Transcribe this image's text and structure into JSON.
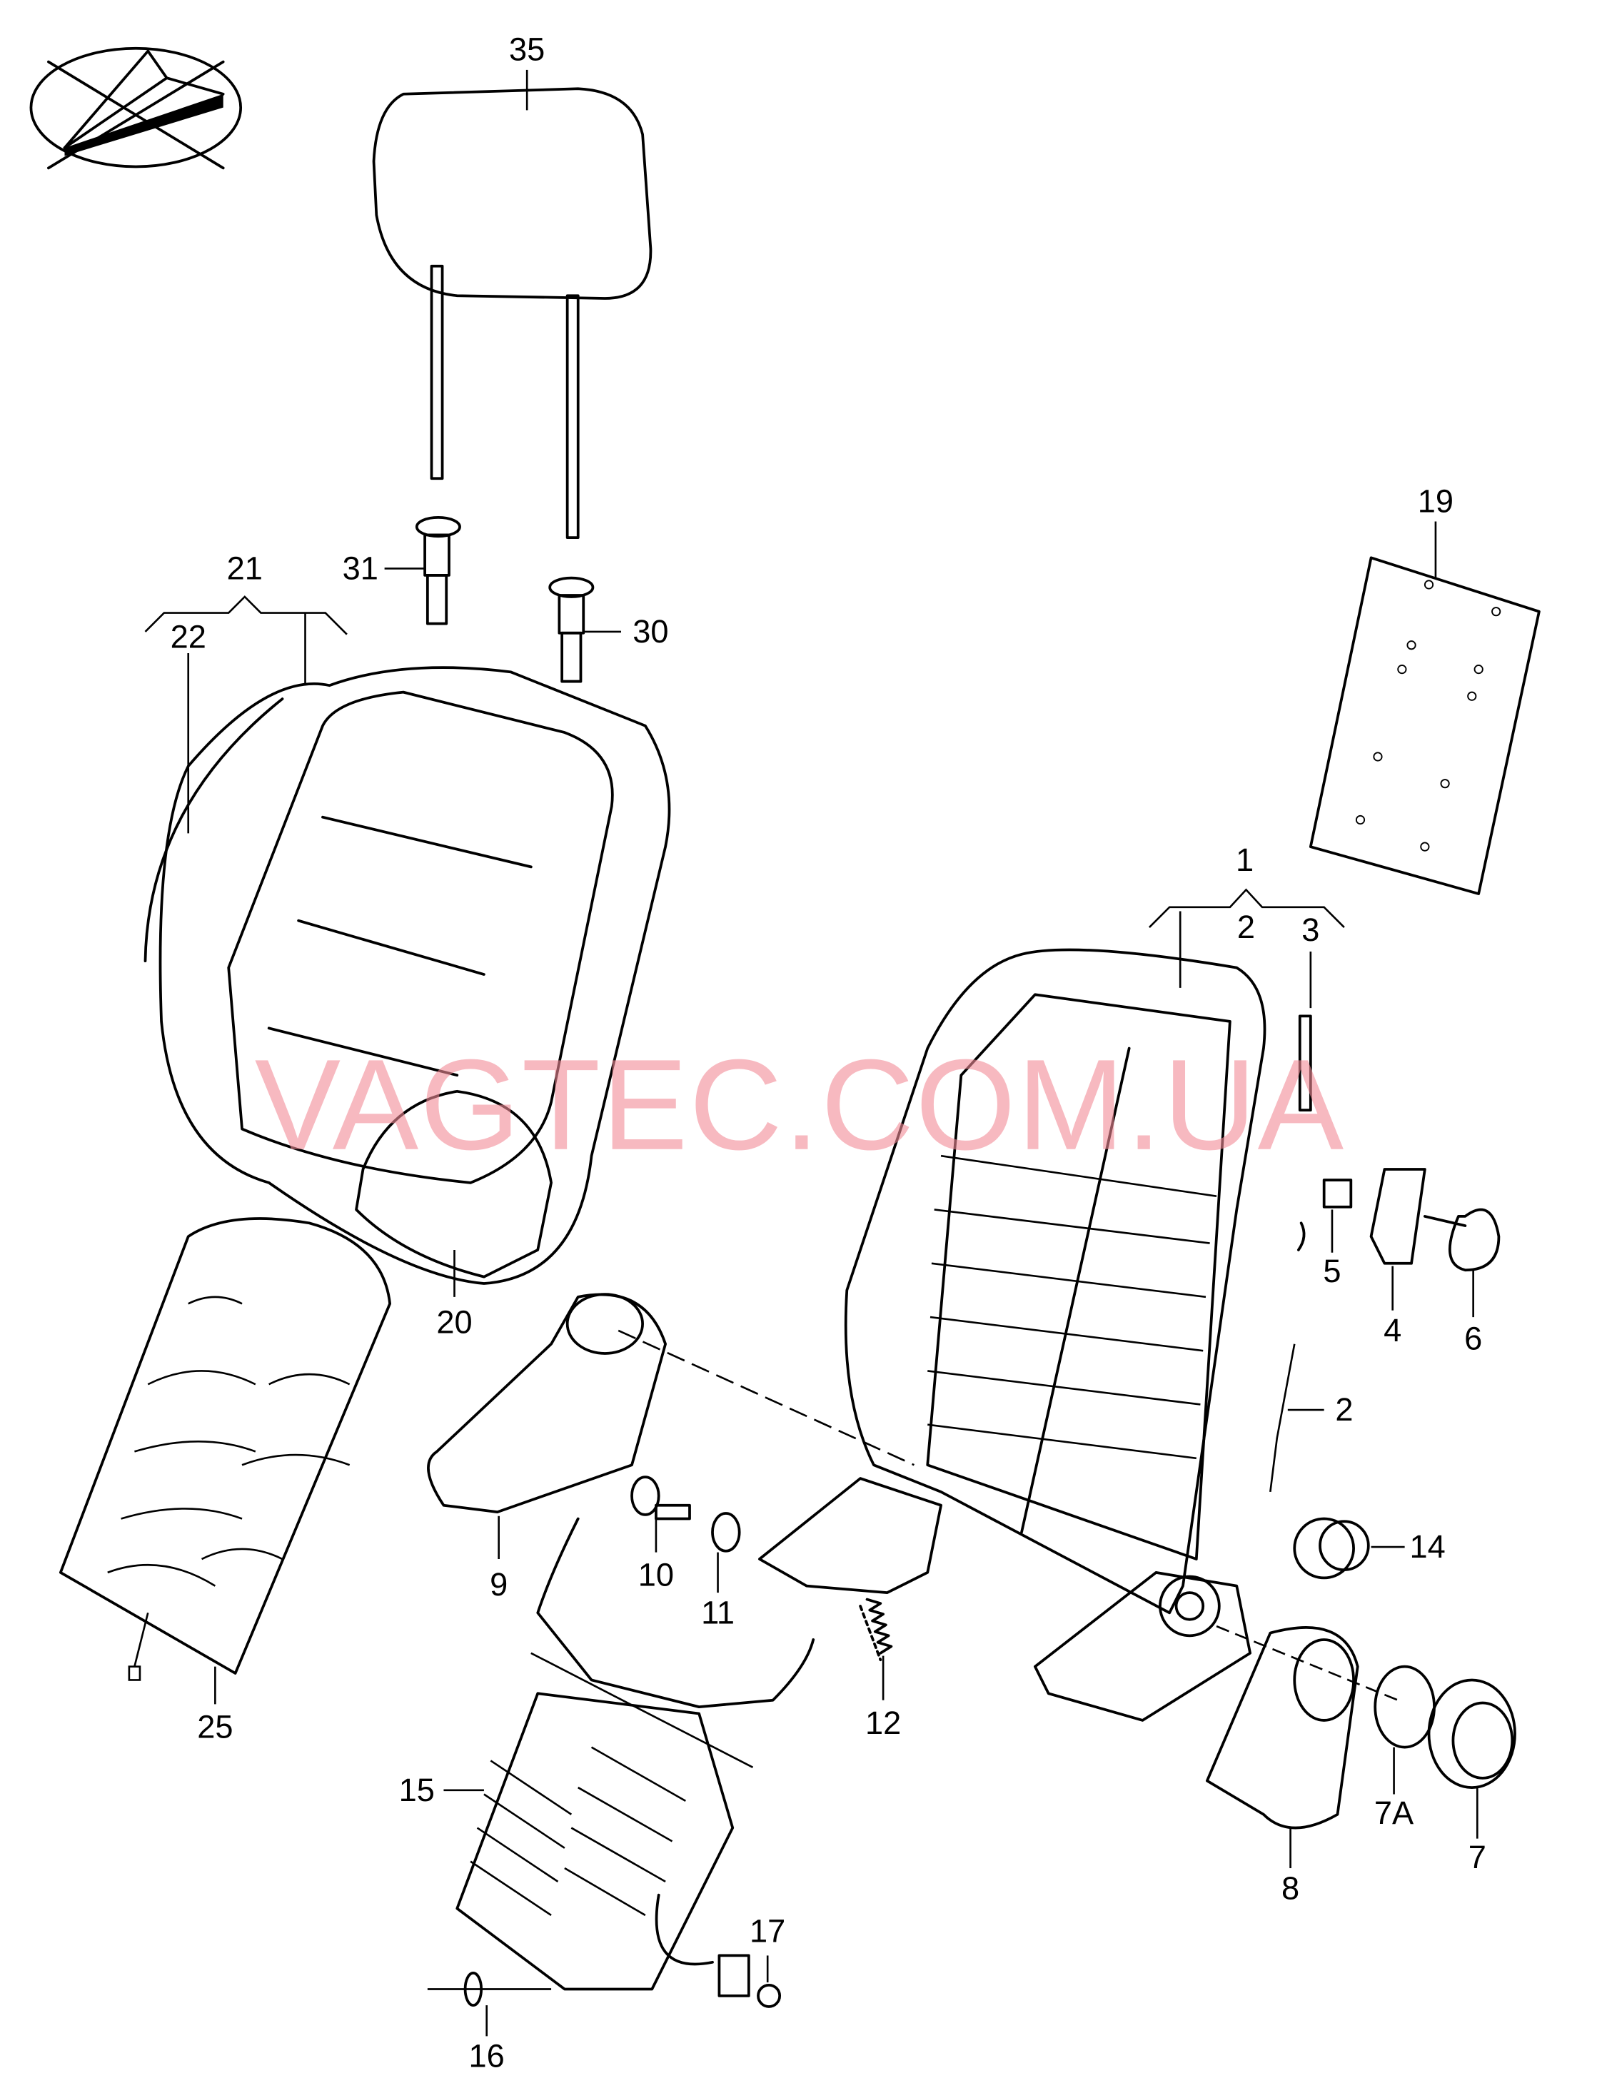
{
  "diagram": {
    "watermark": "VAGTEC.COM.UA",
    "orientation_icon": "vehicle-orientation-arrow",
    "callouts": {
      "c35": "35",
      "c31": "31",
      "c30": "30",
      "c21": "21",
      "c22": "22",
      "c20": "20",
      "c25": "25",
      "c9": "9",
      "c10": "10",
      "c11": "11",
      "c12": "12",
      "c15": "15",
      "c16": "16",
      "c17": "17",
      "c19": "19",
      "c1": "1",
      "c2a": "2",
      "c3": "3",
      "c5": "5",
      "c4": "4",
      "c6": "6",
      "c2b": "2",
      "c14": "14",
      "c7a": "7A",
      "c8": "8",
      "c7": "7"
    }
  }
}
